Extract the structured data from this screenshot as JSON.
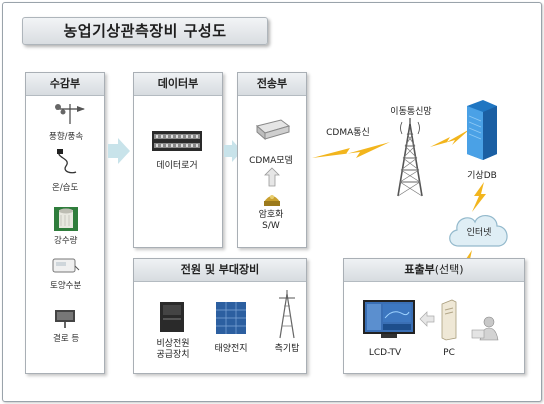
{
  "title": "농업기상관측장비 구성도",
  "panels": {
    "sensors": {
      "header": "수감부",
      "items": [
        "풍향/풍속",
        "온/습도",
        "강수량",
        "토양수분",
        "결로 등"
      ]
    },
    "data": {
      "header": "데이터부",
      "item": "데이터로거"
    },
    "transmit": {
      "header": "전송부",
      "modem": "CDMA모뎀",
      "crypto_line1": "암호화",
      "crypto_line2": "S/W"
    },
    "power": {
      "header": "전원 및 부대장비",
      "ups_line1": "비상전원",
      "ups_line2": "공급장치",
      "solar": "태양전지",
      "tower": "측기탑"
    },
    "display": {
      "header_bold": "표출부",
      "header_normal": "(선택)",
      "lcd": "LCD-TV",
      "pc": "PC"
    }
  },
  "network": {
    "cdma": "CDMA통신",
    "mobile": "이동통신망",
    "db": "기상DB",
    "internet": "인터넷"
  }
}
